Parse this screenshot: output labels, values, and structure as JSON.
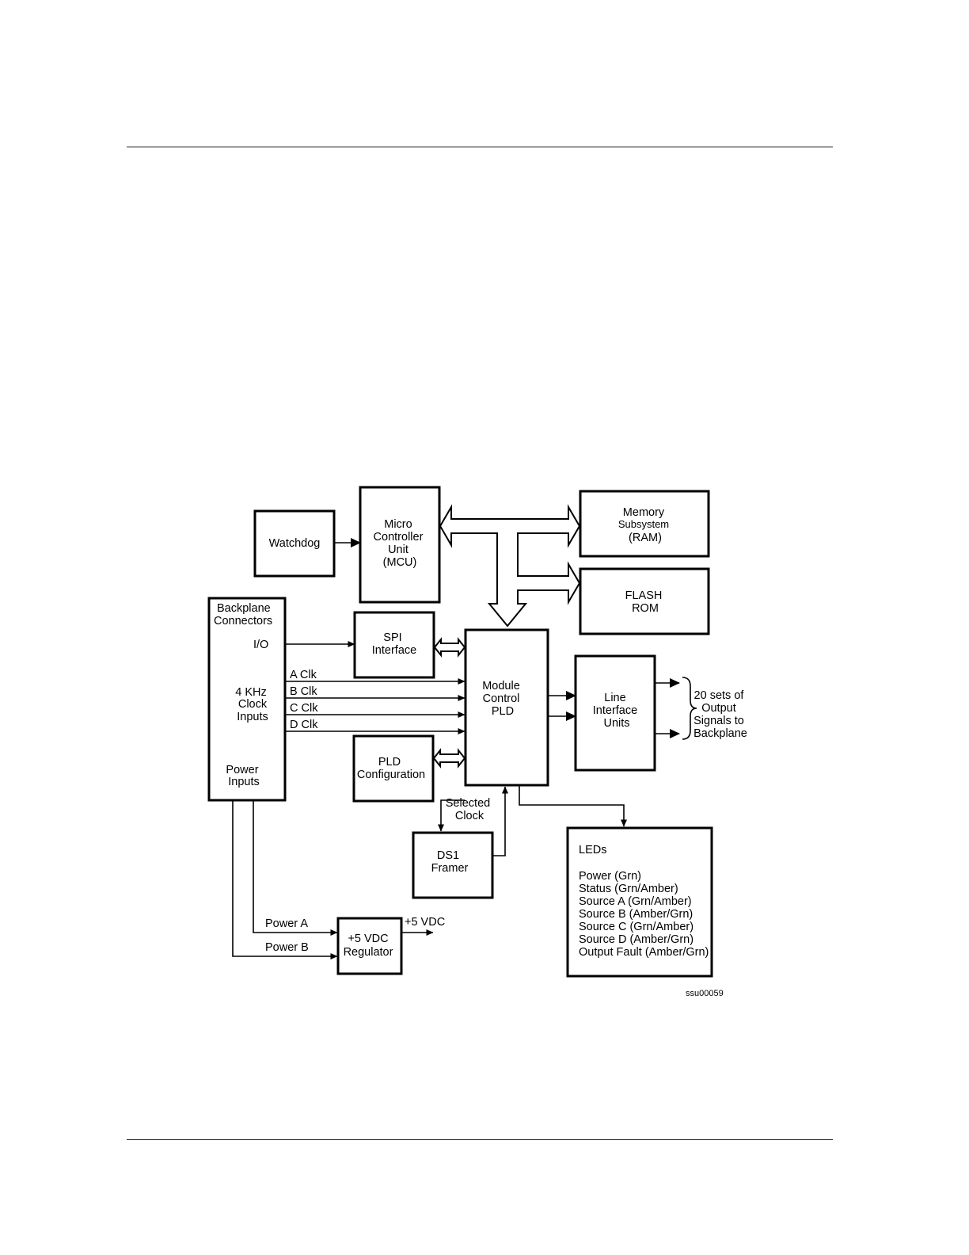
{
  "figure_id": "ssu00059",
  "blocks": {
    "watchdog": [
      "Watchdog"
    ],
    "mcu": [
      "Micro",
      "Controller",
      "Unit",
      "(MCU)"
    ],
    "memory": [
      "Memory",
      "Subsystem",
      "(RAM)"
    ],
    "flash": [
      "FLASH",
      "ROM"
    ],
    "backplane": [
      "Backplane",
      "Connectors"
    ],
    "io": [
      "I/O"
    ],
    "clock_inputs": [
      "4 KHz",
      "Clock",
      "Inputs"
    ],
    "power_inputs": [
      "Power",
      "Inputs"
    ],
    "spi": [
      "SPI",
      "Interface"
    ],
    "pld_config": [
      "PLD",
      "Configuration"
    ],
    "module_pld": [
      "Module",
      "Control",
      "PLD"
    ],
    "liu": [
      "Line",
      "Interface",
      "Units"
    ],
    "outputs": [
      "20 sets of",
      "Output",
      "Signals to",
      "Backplane"
    ],
    "selected_clock": [
      "Selected",
      "Clock"
    ],
    "ds1": [
      "DS1",
      "Framer"
    ],
    "regulator": [
      "+5 VDC",
      "Regulator"
    ],
    "leds": [
      "LEDs",
      "Power (Grn)",
      "Status (Grn/Amber)",
      "Source A (Grn/Amber)",
      "Source B (Amber/Grn)",
      "Source C (Grn/Amber)",
      "Source D (Amber/Grn)",
      "Output Fault (Amber/Grn)"
    ]
  },
  "signals": {
    "clocks": [
      "A Clk",
      "B Clk",
      "C Clk",
      "D Clk"
    ],
    "power_a": "Power A",
    "power_b": "Power B",
    "vdc_out": "+5 VDC"
  }
}
